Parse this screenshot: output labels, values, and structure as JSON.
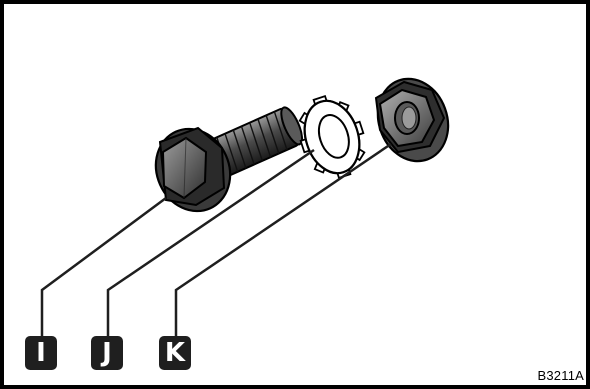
{
  "labels": {
    "i": "I",
    "j": "J",
    "k": "K"
  },
  "part_code": "B3211A",
  "colors": {
    "label_bg": "#1f1f1f",
    "outline": "#000000",
    "metal_dark": "#2b2b2b",
    "metal_mid": "#6e6e6e",
    "metal_light": "#bdbdbd"
  }
}
